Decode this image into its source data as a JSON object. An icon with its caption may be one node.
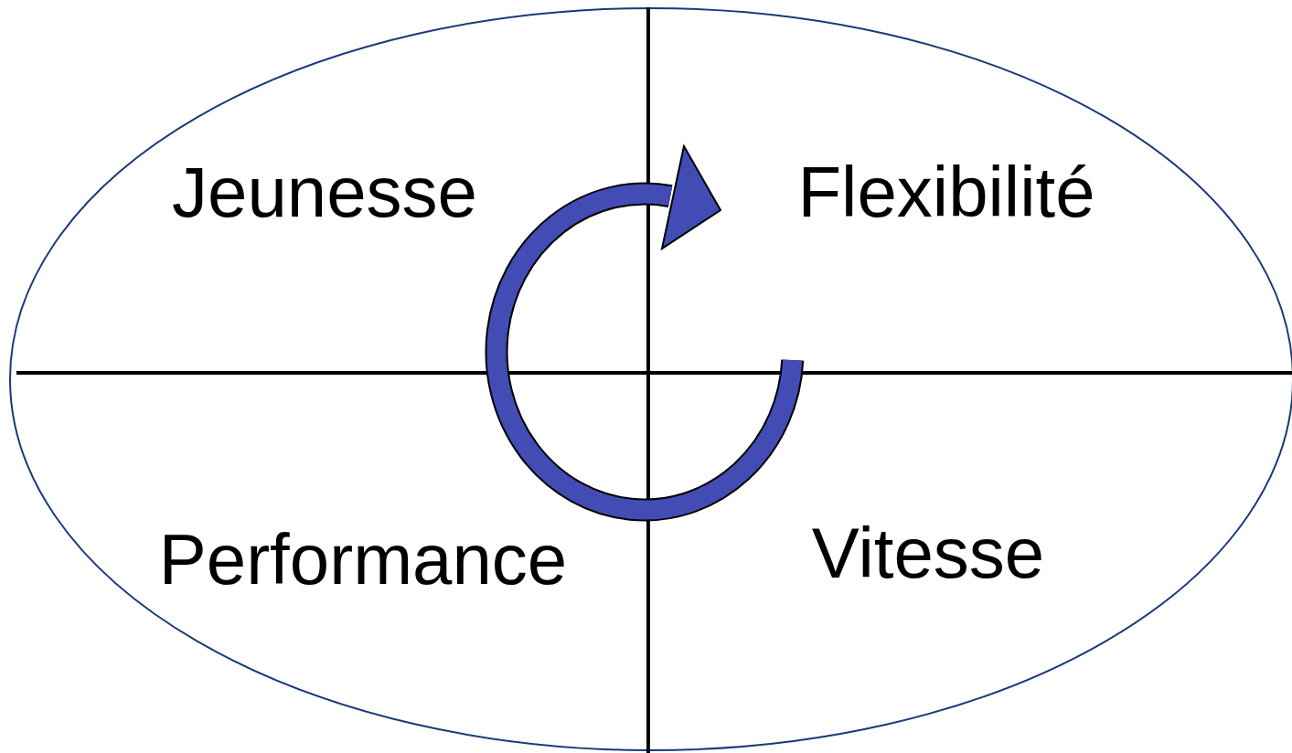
{
  "diagram": {
    "nodes": [
      {
        "text": [
          "Jeunesse",
          "Flexibilité",
          "Performance",
          "Vitesse"
        ]
      }
    ]
  }
}
